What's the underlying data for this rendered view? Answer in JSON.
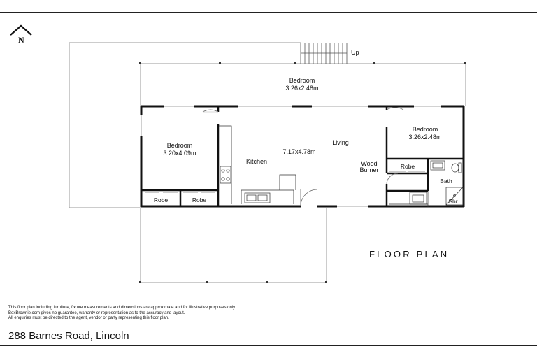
{
  "plan": {
    "title": "FLOOR PLAN",
    "north_label": "N",
    "stairs_label": "Up",
    "rooms": {
      "bedroom_top": {
        "name": "Bedroom",
        "size": "3.26x2.48m"
      },
      "bedroom_left": {
        "name": "Bedroom",
        "size": "3.20x4.09m"
      },
      "bedroom_right": {
        "name": "Bedroom",
        "size": "3.26x2.48m"
      },
      "kitchen": {
        "name": "Kitchen"
      },
      "living": {
        "name": "Living",
        "size": "7.17x4.78m"
      },
      "wood_burner": {
        "line1": "Wood",
        "line2": "Burner"
      },
      "robe_left_1": "Robe",
      "robe_left_2": "Robe",
      "robe_right": "Robe",
      "bath": "Bath",
      "shower": "Shr"
    }
  },
  "disclaimer": [
    "This floor plan including furniture, fixture measurements and dimensions are approximate and for illustrative purposes only.",
    "BoxBrownie.com gives no guarantee, warranty or representation as to the accuracy and layout.",
    "All enquiries must be directed to the agent, vendor or party representing this floor plan."
  ],
  "address": "288 Barnes Road, Lincoln"
}
